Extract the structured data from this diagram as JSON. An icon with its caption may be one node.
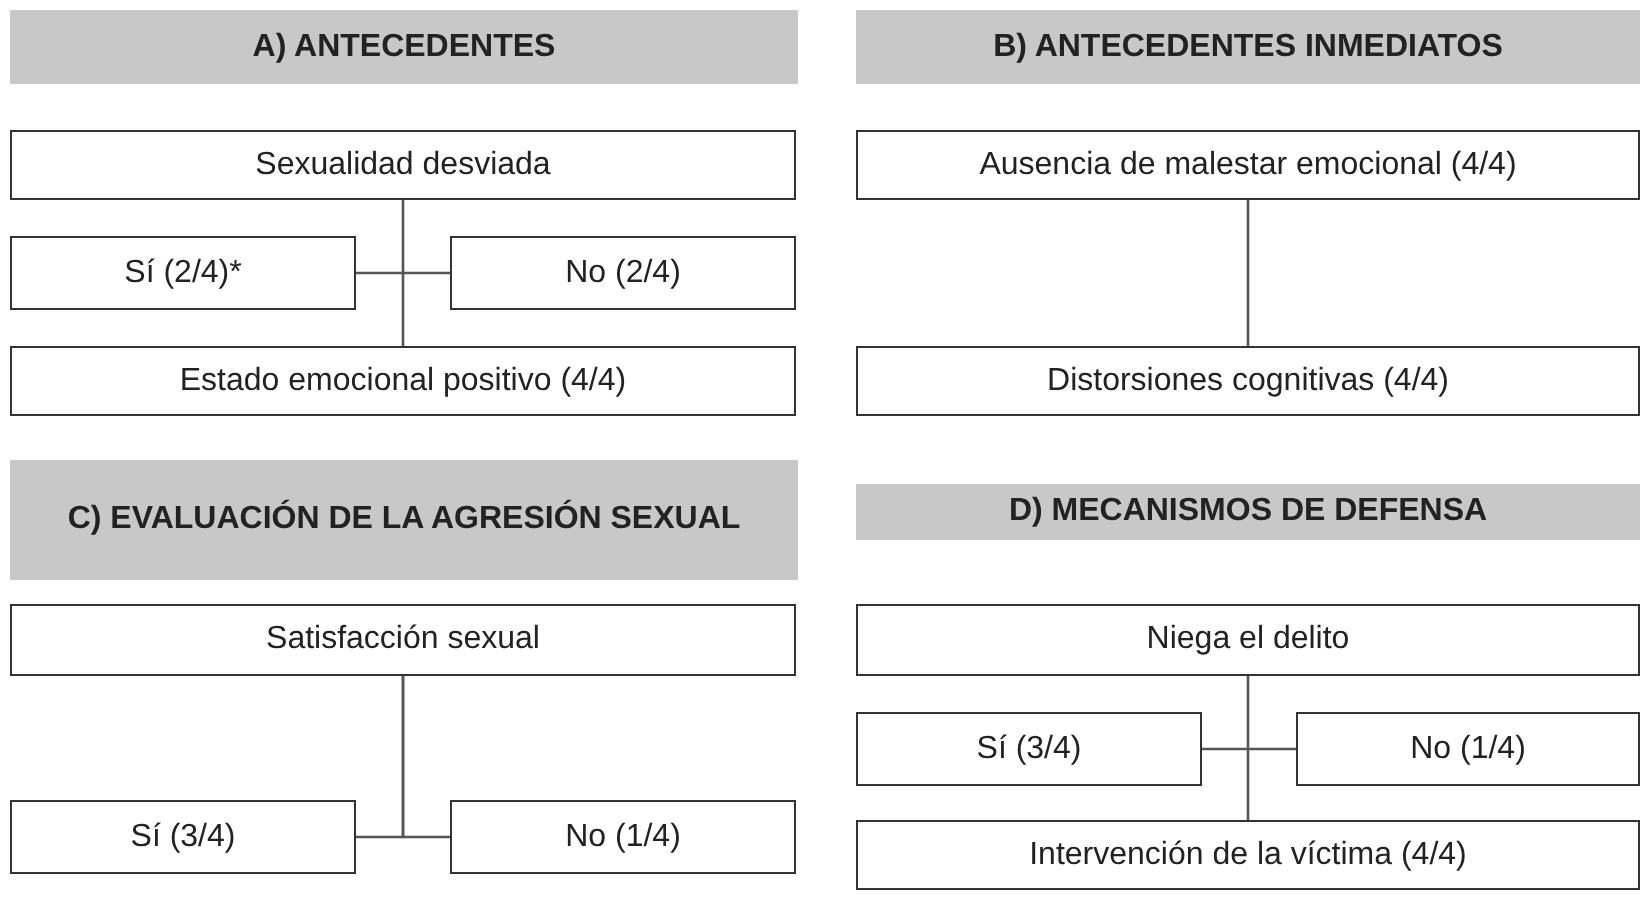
{
  "diagram": {
    "nodes": [
      {
        "text": [
          "A) ANTECEDENTES"
        ]
      },
      {
        "text": [
          "Sexualidad desviada"
        ]
      },
      {
        "text": [
          "Sí (2/4)*"
        ]
      },
      {
        "text": [
          "No (2/4)"
        ]
      },
      {
        "text": [
          "Estado emocional positivo (4/4)"
        ]
      },
      {
        "text": [
          "B) ANTECEDENTES INMEDIATOS"
        ]
      },
      {
        "text": [
          "Ausencia de malestar emocional (4/4)"
        ]
      },
      {
        "text": [
          "Distorsiones cognitivas (4/4)"
        ]
      },
      {
        "text": [
          "C) EVALUACIÓN DE LA AGRESIÓN SEXUAL"
        ]
      },
      {
        "text": [
          "Satisfacción sexual"
        ]
      },
      {
        "text": [
          "Sí (3/4)"
        ]
      },
      {
        "text": [
          "No (1/4)"
        ]
      },
      {
        "text": [
          "D) MECANISMOS DE DEFENSA"
        ]
      },
      {
        "text": [
          "Niega el delito"
        ]
      },
      {
        "text": [
          "Sí (3/4)"
        ]
      },
      {
        "text": [
          "No (1/4)"
        ]
      },
      {
        "text": [
          "Intervención de la víctima (4/4)"
        ]
      }
    ],
    "edges": [
      {
        "from": 1,
        "to": 4,
        "arrow": "none"
      },
      {
        "from": 2,
        "to": 3,
        "arrow": "none"
      },
      {
        "from": 6,
        "to": 7,
        "arrow": "none"
      },
      {
        "from": 9,
        "to": 10,
        "arrow": "none"
      },
      {
        "from": 9,
        "to": 11,
        "arrow": "none"
      },
      {
        "from": 13,
        "to": 16,
        "arrow": "none"
      },
      {
        "from": 14,
        "to": 15,
        "arrow": "none"
      }
    ]
  }
}
